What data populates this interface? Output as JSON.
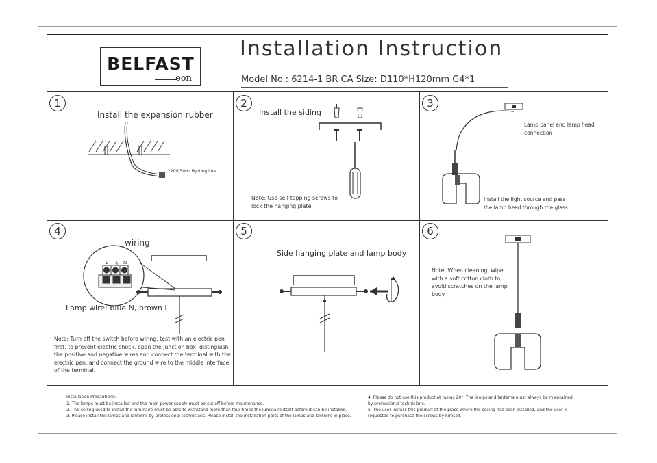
{
  "header": {
    "logo_main": "BELFAST",
    "logo_sub": "eon",
    "title": "Installation Instruction",
    "model_line": "Model No.:  6214-1 BR CA    Size: D110*H120mm     G4*1"
  },
  "steps": [
    {
      "number": "1",
      "caption": "Install the expansion rubber",
      "label": "220V/50Hz lighting line"
    },
    {
      "number": "2",
      "caption": "Install the siding",
      "note": "Note: Use self-tapping screws to lock the hanging plate."
    },
    {
      "number": "3",
      "label_top": "Lamp panel and lamp head connection",
      "label_bottom": "Install the light source and pass the lamp head through the glass"
    },
    {
      "number": "4",
      "caption": "wiring",
      "label": "Lamp wire:  blue N, brown L",
      "terminal_marks": [
        "L",
        "⏚",
        "N"
      ],
      "note": "Note: Turn off the switch before wiring, test with an electric pen first, to prevent electric shock, open the junction box, distinguish the positive and negative wires and connect the terminal with the electric pen, and connect the ground wire to the middle interface of the terminal."
    },
    {
      "number": "5",
      "caption": "Side hanging plate and lamp body"
    },
    {
      "number": "6",
      "note": "Note: When cleaning, wipe with a soft cotton cloth to avoid scratches on the lamp body"
    }
  ],
  "precautions": {
    "heading": "Installation Precautions:",
    "left": [
      "1. The lamps must be installed and the main power supply must be cut off before maintenance.",
      "2. The ceiling used to install the luminaire must be able to withstand more than four times the luminaire itself before it can be installed.",
      "3. Please install the lamps and lanterns by professional technicians. Please install the installation parts of the lamps and lanterns in place."
    ],
    "right": [
      "4. Please do not use this product at minus 20°. The lamps and lanterns must always be maintained",
      "by professional technicians.",
      "5. The user installs this product at the place where the ceiling has been installed, and the user is",
      "requested to purchase the screws by himself."
    ]
  }
}
